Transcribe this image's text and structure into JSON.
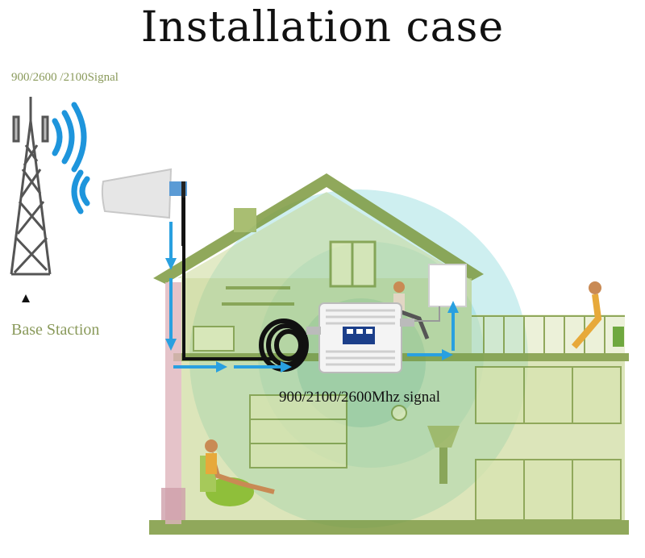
{
  "title": "Installation case",
  "signal_label": "900/2600 /2100Signal",
  "base_station_label": "Base Staction",
  "repeater_signal_label": "900/2100/2600Mhz signal",
  "icons": [
    "cell-tower-icon",
    "signal-wave-icon",
    "outdoor-antenna-icon",
    "cable-coil-icon",
    "repeater-icon",
    "indoor-antenna-icon",
    "house-icon",
    "person-icon",
    "arrow-icon"
  ],
  "colors": {
    "house": "#9bb35a",
    "house_dark": "#7d9a3f",
    "signal_blue": "#29a0e0",
    "coverage": "#4fc4c9",
    "label_green": "#8a9a5b"
  }
}
